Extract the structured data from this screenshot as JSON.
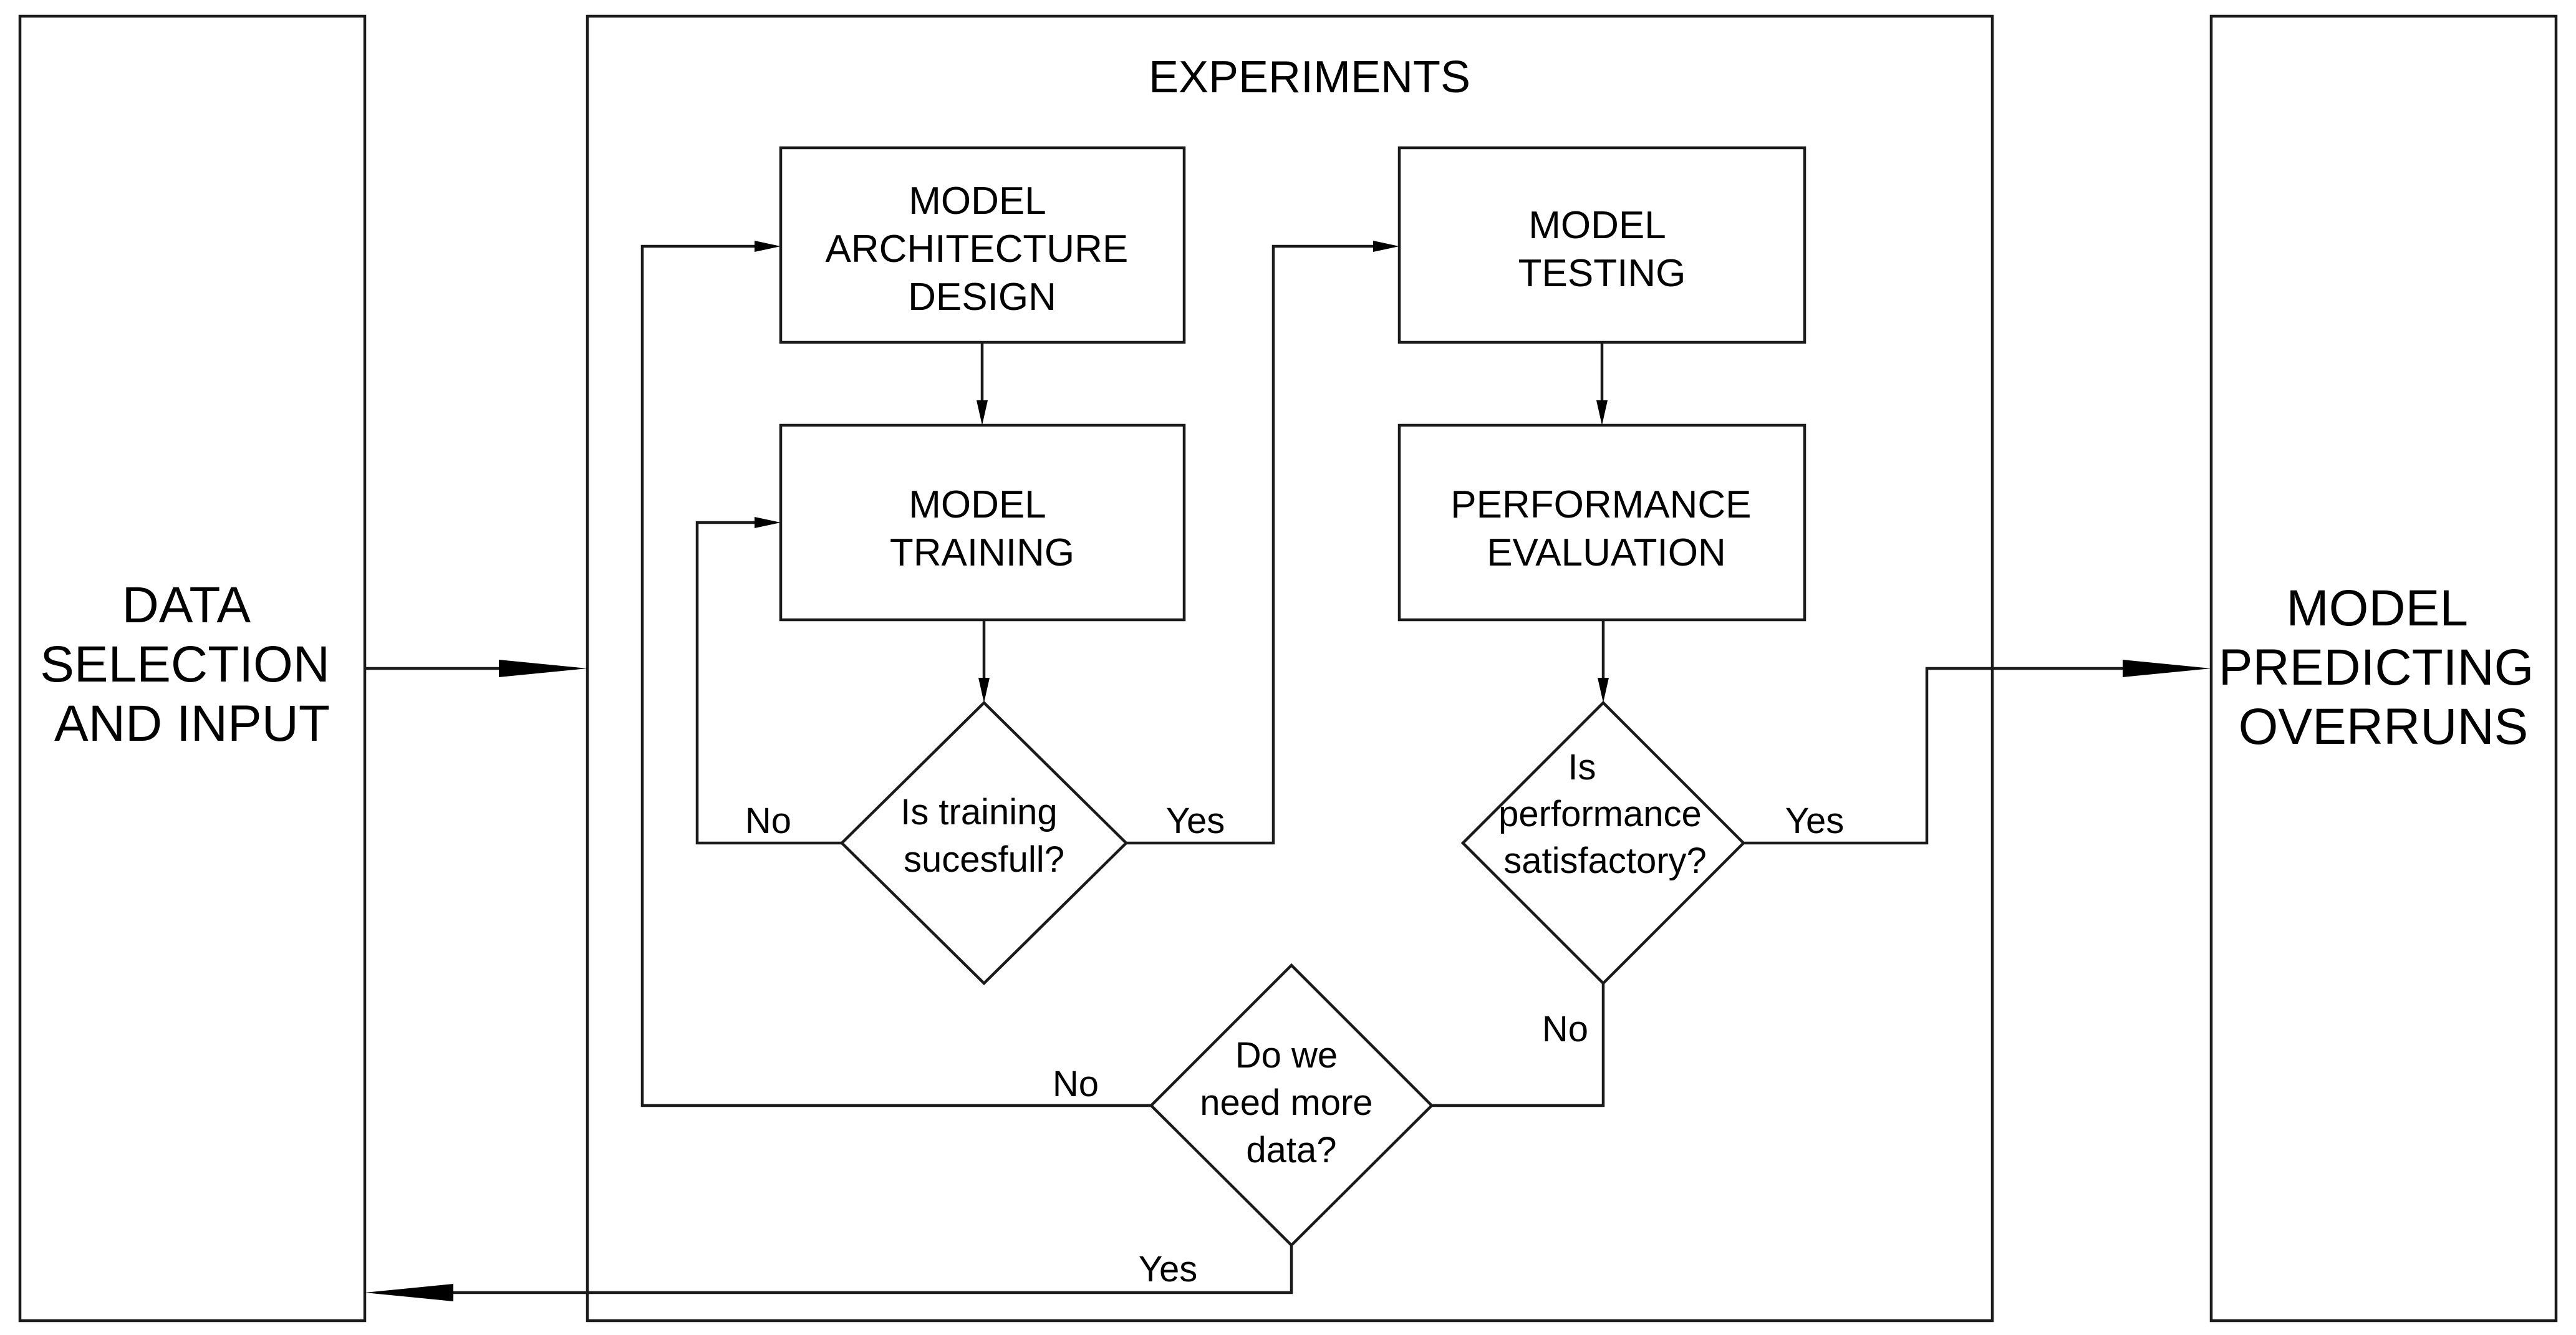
{
  "left_panel": {
    "lines": [
      "DATA",
      "SELECTION",
      "AND INPUT"
    ]
  },
  "right_panel": {
    "lines": [
      "MODEL",
      "PREDICTING",
      "OVERRUNS"
    ]
  },
  "experiments": {
    "title": "EXPERIMENTS",
    "architecture": {
      "lines": [
        "MODEL",
        "ARCHITECTURE",
        "DESIGN"
      ]
    },
    "training": {
      "lines": [
        "MODEL",
        "TRAINING"
      ]
    },
    "testing": {
      "lines": [
        "MODEL",
        "TESTING"
      ]
    },
    "evaluation": {
      "lines": [
        "PERFORMANCE",
        "EVALUATION"
      ]
    },
    "decision_training": {
      "lines": [
        "Is training",
        "sucesfull?"
      ]
    },
    "decision_performance": {
      "lines": [
        "Is",
        "performance",
        "satisfactory?"
      ]
    },
    "decision_data": {
      "lines": [
        "Do we",
        "need more",
        "data?"
      ]
    }
  },
  "edge_labels": {
    "training_no": "No",
    "training_yes": "Yes",
    "performance_yes": "Yes",
    "performance_no": "No",
    "data_no": "No",
    "data_yes": "Yes"
  },
  "colors": {
    "stroke": "#1a1a1a",
    "background": "#ffffff"
  }
}
